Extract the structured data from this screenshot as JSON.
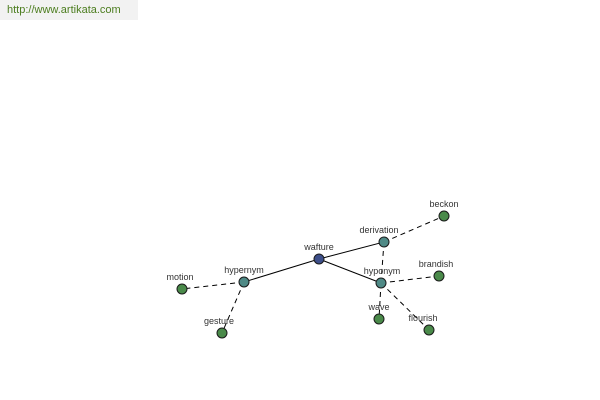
{
  "source": {
    "url_text": "http://www.artikata.com"
  },
  "colors": {
    "center": "#3d4f8a",
    "relation": "#4f8a86",
    "leaf": "#4a8a4a",
    "source_bg": "#f2f2f2",
    "source_text": "#4c7d1f"
  },
  "graph": {
    "nodes": [
      {
        "id": "wafture",
        "label": "wafture",
        "kind": "center",
        "icon": "circle-node"
      },
      {
        "id": "hypernym",
        "label": "hypernym",
        "kind": "relation",
        "icon": "circle-node"
      },
      {
        "id": "derivation",
        "label": "derivation",
        "kind": "relation",
        "icon": "circle-node"
      },
      {
        "id": "hyponym",
        "label": "hyponym",
        "kind": "relation",
        "icon": "circle-node"
      },
      {
        "id": "motion",
        "label": "motion",
        "kind": "leaf",
        "icon": "circle-node"
      },
      {
        "id": "gesture",
        "label": "gesture",
        "kind": "leaf",
        "icon": "circle-node"
      },
      {
        "id": "beckon",
        "label": "beckon",
        "kind": "leaf",
        "icon": "circle-node"
      },
      {
        "id": "brandish",
        "label": "brandish",
        "kind": "leaf",
        "icon": "circle-node"
      },
      {
        "id": "wave",
        "label": "wave",
        "kind": "leaf",
        "icon": "circle-node"
      },
      {
        "id": "flourish",
        "label": "flourish",
        "kind": "leaf",
        "icon": "circle-node"
      }
    ],
    "edges": [
      {
        "from": "wafture",
        "to": "hypernym",
        "style": "solid"
      },
      {
        "from": "wafture",
        "to": "derivation",
        "style": "solid"
      },
      {
        "from": "wafture",
        "to": "hyponym",
        "style": "solid"
      },
      {
        "from": "hypernym",
        "to": "motion",
        "style": "dashed"
      },
      {
        "from": "hypernym",
        "to": "gesture",
        "style": "dashed"
      },
      {
        "from": "derivation",
        "to": "beckon",
        "style": "dashed"
      },
      {
        "from": "derivation",
        "to": "hyponym",
        "style": "dashed"
      },
      {
        "from": "hyponym",
        "to": "brandish",
        "style": "dashed"
      },
      {
        "from": "hyponym",
        "to": "wave",
        "style": "dashed"
      },
      {
        "from": "hyponym",
        "to": "flourish",
        "style": "dashed"
      }
    ]
  }
}
